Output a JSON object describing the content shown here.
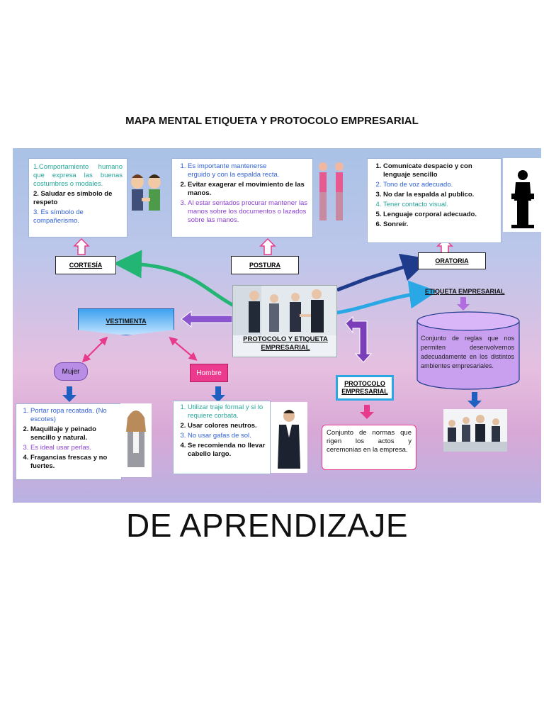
{
  "title": "MAPA MENTAL ETIQUETA Y PROTOCOLO EMPRESARIAL",
  "footer": "DE APRENDIZAJE",
  "nodes": {
    "cortesia": "CORTESÍA",
    "postura": "POSTURA",
    "oratoria": "ORATORIA",
    "vestimenta": "VESTIMENTA",
    "center": "PROTOCOLO Y ETIQUETA EMPRESARIAL",
    "etiqueta": "ETIQUETA EMPRESARIAL",
    "protocolo": "PROTOCOLO EMPRESARIAL",
    "mujer": "Mujer",
    "hombre": "Hombre"
  },
  "cortesia": {
    "item1": "1.Comportamiento humano que expresa las buenas costumbres o modales.",
    "item2": "2. Saludar es símbolo de respeto",
    "item3": "3. Es símbolo de compañerismo."
  },
  "postura": {
    "item1": "Es importante mantenerse erguido y con la espalda recta.",
    "item2": "Evitar exagerar el movimiento de las manos.",
    "item3": "Al estar sentados procurar mantener las manos sobre los documentos o lazados sobre las manos."
  },
  "oratoria": {
    "item1": "Comunícate despacio y con lenguaje sencillo",
    "item2": "Tono de voz adecuado.",
    "item3": "No dar la espalda al publico.",
    "item4": "Tener contacto visual.",
    "item5": "Lenguaje corporal adecuado.",
    "item6": "Sonreír."
  },
  "etiqueta_def": "Conjunto de reglas que nos permiten desenvolvernos adecuadamente en los distintos ambientes empresariales.",
  "protocolo_def": "Conjunto de normas que rigen los actos y ceremonias en la empresa.",
  "mujer_list": {
    "item1": "Portar ropa recatada. (No escotes)",
    "item2": "Maquillaje y peinado sencillo y natural.",
    "item3": "Es ideal usar perlas.",
    "item4": "Fragancias frescas y no fuertes."
  },
  "hombre_list": {
    "item1": "Utilizar traje formal y si lo requiere corbata.",
    "item2": "Usar colores neutros.",
    "item3": "No usar gafas de sol.",
    "item4": "Se recomienda no llevar cabello largo."
  },
  "colors": {
    "green_arrow": "#22b573",
    "navy_arrow": "#1f3b8c",
    "cyan_arrow": "#2aa8e6",
    "purple_arrow": "#7a3fb8",
    "pink_arrow": "#e83a8c",
    "cylinder": "#c9a0f0",
    "vestimenta_fill": "#5ab0ef",
    "hombre_fill": "#ec3b8e",
    "mujer_fill": "#b78de6"
  }
}
